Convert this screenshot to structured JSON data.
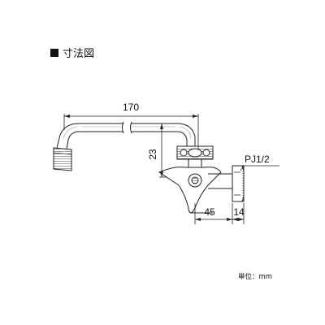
{
  "header": {
    "title": "寸法図"
  },
  "dimensions": {
    "spout_length": "170",
    "drop_height": "23",
    "body_length": "45",
    "flange_thickness": "14",
    "thread": "PJ1/2"
  },
  "footer": {
    "unit_label": "単位：mm"
  }
}
